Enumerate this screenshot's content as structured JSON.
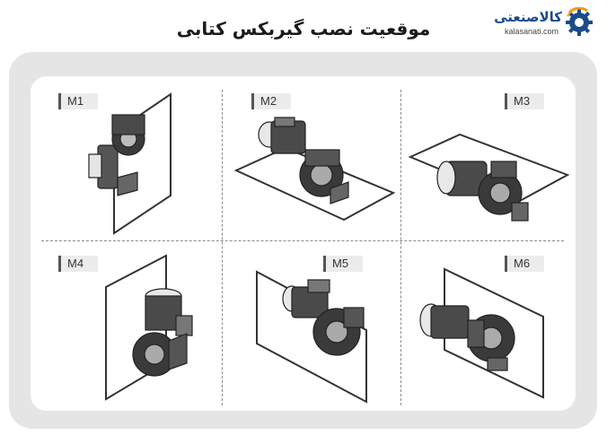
{
  "header": {
    "title": "موقعیت نصب گیربکس کتابی"
  },
  "logo": {
    "name_fa": "کالاصنعتی",
    "site": "kalasanati.com",
    "colors": {
      "blue": "#1b4b8c",
      "orange": "#f29a1f"
    }
  },
  "positions": [
    {
      "label": "M1"
    },
    {
      "label": "M2"
    },
    {
      "label": "M3"
    },
    {
      "label": "M4"
    },
    {
      "label": "M5"
    },
    {
      "label": "M6"
    }
  ]
}
